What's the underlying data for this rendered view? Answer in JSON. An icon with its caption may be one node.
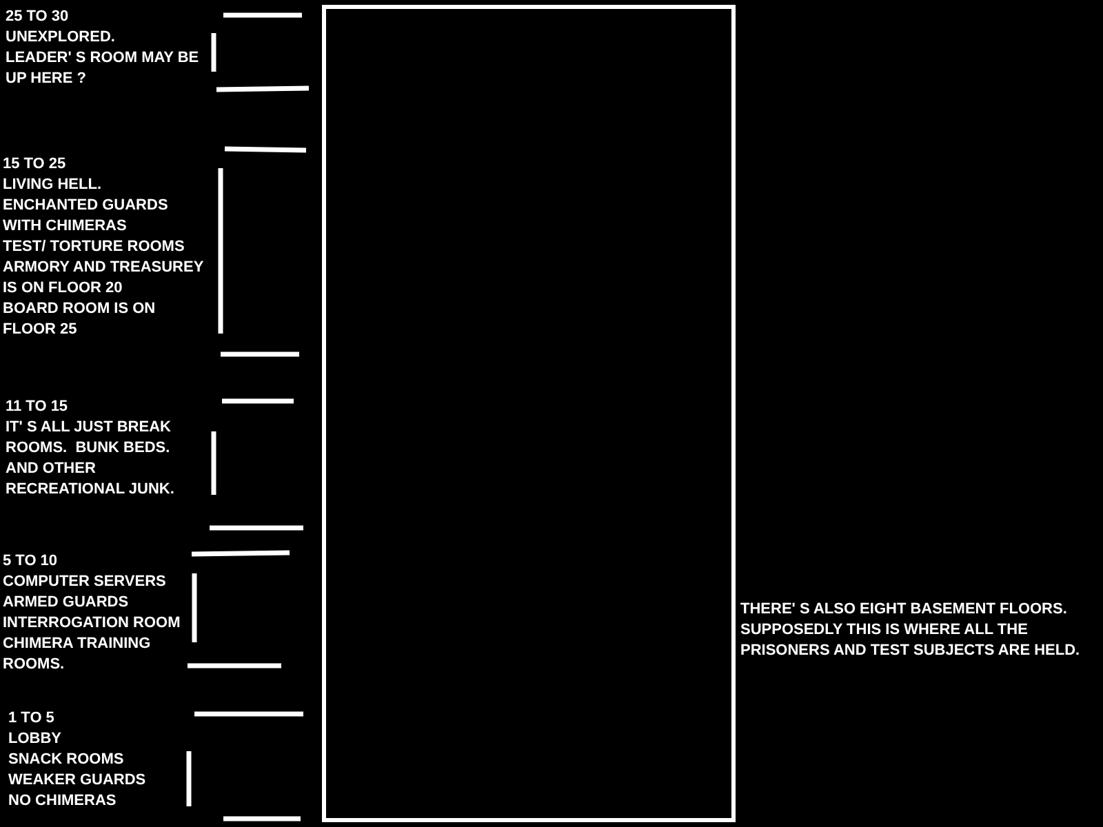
{
  "diagram": {
    "labels": [
      "25 TO 30",
      "UNEXPLORED.",
      "LEADER' S ROOM MAY BE",
      "UP HERE ?",
      "15 TO 25",
      "LIVING HELL.",
      "ENCHANTED GUARDS",
      "WITH CHIMERAS",
      "TEST/ TORTURE ROOMS",
      "ARMORY AND TREASUREY",
      "IS ON FLOOR 20",
      "BOARD ROOM IS ON",
      "FLOOR 25",
      "11 TO 15",
      "IT' S ALL JUST BREAK",
      "ROOMS.  BUNK BEDS.",
      "AND OTHER",
      "RECREATIONAL JUNK.",
      "5 TO 10",
      "COMPUTER SERVERS",
      "ARMED GUARDS",
      "INTERROGATION ROOM",
      "CHIMERA TRAINING",
      "ROOMS.",
      "1 TO 5",
      "LOBBY",
      "SNACK ROOMS",
      "WEAKER GUARDS",
      "NO CHIMERAS",
      "THERE' S ALSO EIGHT BASEMENT FLOORS.",
      "SUPPOSEDLY THIS IS WHERE ALL THE",
      "PRISONERS AND TEST SUBJECTS ARE HELD."
    ]
  }
}
